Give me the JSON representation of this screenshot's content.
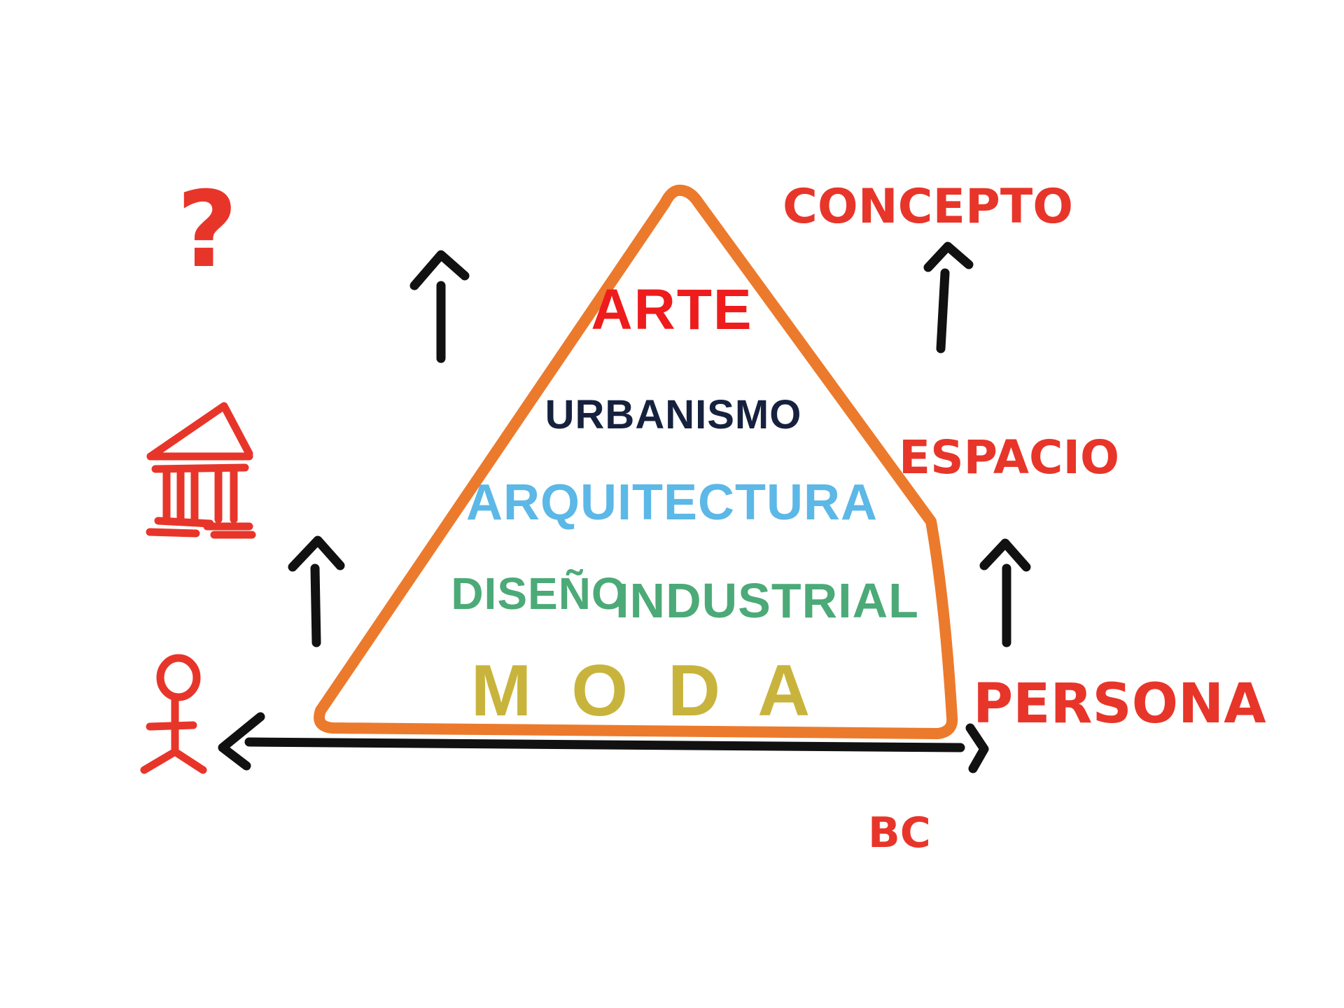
{
  "pyramid": {
    "levels": [
      {
        "label": "ARTE",
        "color": "#ee1c1c"
      },
      {
        "label": "URBANISMO",
        "color": "#16213e"
      },
      {
        "label": "ARQUITECTURA",
        "color": "#5cb8e6"
      },
      {
        "label": "DISEÑO",
        "color": "#4caa78"
      },
      {
        "label": "INDUSTRIAL",
        "color": "#4caa78"
      },
      {
        "label": "M O D A",
        "color": "#c8b43c"
      }
    ],
    "outline_color": "#ec7a2c"
  },
  "right_labels": {
    "concepto": "CONCEPTO",
    "espacio": "ESPACIO",
    "persona": "PERSONA"
  },
  "left_icons": {
    "question": "?",
    "building": "building-icon",
    "person": "person-icon"
  },
  "signature": "BC",
  "colors": {
    "red": "#e8352a",
    "arrow": "#111111"
  }
}
